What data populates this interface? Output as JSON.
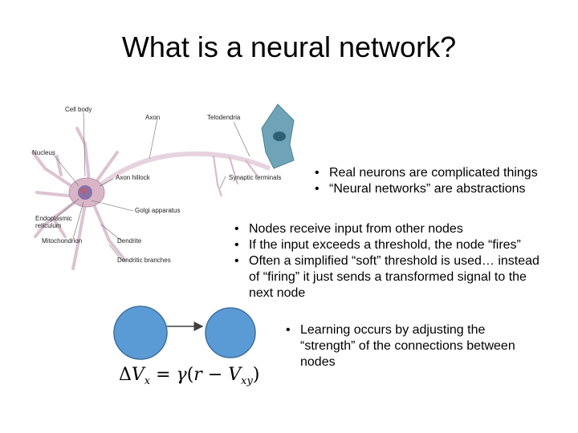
{
  "slide": {
    "title": "What is a neural network?"
  },
  "neuron_figure": {
    "labels": {
      "cell_body": "Cell body",
      "axon": "Axon",
      "telodendria": "Telodendria",
      "nucleus": "Nucleus",
      "axon_hillock": "Axon hillock",
      "synaptic_terminals": "Synaptic terminals",
      "golgi": "Golgi apparatus",
      "er_line1": "Endoplasmic",
      "er_line2": "reticulum",
      "mitochondrion": "Mitochondrion",
      "dendrite": "Dendrite",
      "dendritic_branches": "Dendritic branches"
    },
    "colors": {
      "cell_body": "#d8b6c8",
      "nucleus": "#8b6fa8",
      "axon": "#e7d3df",
      "terminal": "#5d8fa6"
    }
  },
  "bullets_top": [
    "Real neurons are complicated things",
    "“Neural networks” are abstractions"
  ],
  "bullets_main": [
    "Nodes receive input from other nodes",
    "If the input exceeds a threshold, the node “fires”",
    "Often a simplified “soft” threshold is used… instead of “firing” it just sends a transformed signal to the next node"
  ],
  "bullets_sub": [
    "Learning occurs by adjusting the “strength” of the connections between nodes"
  ],
  "node_diagram": {
    "node_color": "#5b9bd5",
    "node_outline": "#41719c"
  },
  "formula": {
    "lhs_delta": "Δ",
    "lhs_var": "V",
    "lhs_sub": "x",
    "equals": " = ",
    "gamma": "γ",
    "open": "(",
    "r": "r",
    "minus": " − ",
    "rhs_var": "V",
    "rhs_sub": "xy",
    "close": ")"
  }
}
